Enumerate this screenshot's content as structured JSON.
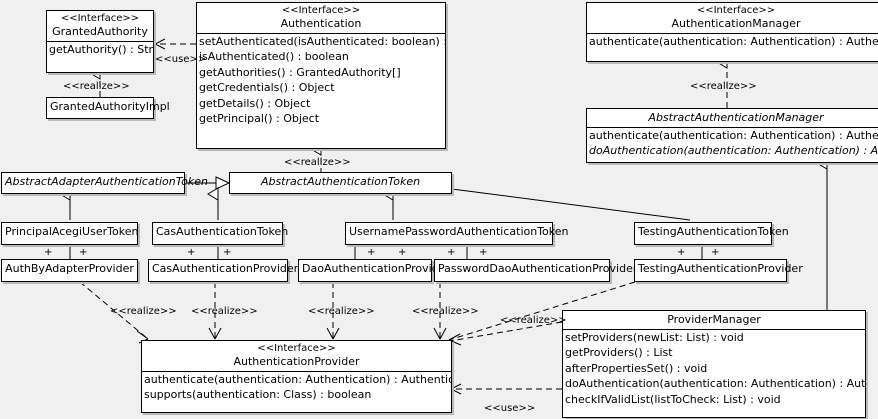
{
  "diagram": {
    "type": "uml-class-diagram",
    "background": "#f0f0f0",
    "box_fill": "#ffffff",
    "line_color": "#000000"
  },
  "classes": {
    "granted_authority": {
      "stereotype": "<<Interface>>",
      "name": "GrantedAuthority",
      "methods": [
        "getAuthority() : String"
      ]
    },
    "granted_authority_impl": {
      "name": "GrantedAuthorityImpl",
      "methods": []
    },
    "authentication": {
      "stereotype": "<<Interface>>",
      "name": "Authentication",
      "methods": [
        "setAuthenticated(isAuthenticated: boolean) : void",
        "isAuthenticated() : boolean",
        "getAuthorities() : GrantedAuthority[]",
        "getCredentials() : Object",
        "getDetails() : Object",
        "getPrincipal() : Object"
      ]
    },
    "authentication_manager": {
      "stereotype": "<<Interface>>",
      "name": "AuthenticationManager",
      "methods": [
        "authenticate(authentication: Authentication) : Authentication"
      ]
    },
    "abstract_authentication_manager": {
      "name": "AbstractAuthenticationManager",
      "abstract": true,
      "methods": [
        "authenticate(authentication: Authentication) : Authentication",
        "doAuthentication(authentication: Authentication) : Authentication"
      ],
      "abstract_methods": [
        1
      ]
    },
    "abstract_adapter_authentication_token": {
      "name": "AbstractAdapterAuthenticationToken",
      "abstract": true,
      "methods": []
    },
    "abstract_authentication_token": {
      "name": "AbstractAuthenticationToken",
      "abstract": true,
      "methods": []
    },
    "principal_acegi_user_token": {
      "name": "PrincipalAcegiUserToken",
      "methods": []
    },
    "cas_authentication_token": {
      "name": "CasAuthenticationToken",
      "methods": []
    },
    "username_password_authentication_token": {
      "name": "UsernamePasswordAuthenticationToken",
      "methods": []
    },
    "testing_authentication_token": {
      "name": "TestingAuthenticationToken",
      "methods": []
    },
    "auth_by_adapter_provider": {
      "name": "AuthByAdapterProvider",
      "methods": []
    },
    "cas_authentication_provider": {
      "name": "CasAuthenticationProvider",
      "methods": []
    },
    "dao_authentication_provider": {
      "name": "DaoAuthenticationProvider",
      "methods": []
    },
    "password_dao_authentication_provider": {
      "name": "PasswordDaoAuthenticationProvider",
      "methods": []
    },
    "testing_authentication_provider": {
      "name": "TestingAuthenticationProvider",
      "methods": []
    },
    "authentication_provider": {
      "stereotype": "<<Interface>>",
      "name": "AuthenticationProvider",
      "methods": [
        "authenticate(authentication: Authentication) : Authentication",
        "supports(authentication: Class) : boolean"
      ]
    },
    "provider_manager": {
      "name": "ProviderManager",
      "methods": [
        "setProviders(newList: List) : void",
        "getProviders() : List",
        "afterPropertiesSet() : void",
        "doAuthentication(authentication: Authentication) : Authentication",
        "checkIfValidList(listToCheck: List) : void"
      ]
    }
  },
  "relationship_labels": {
    "use_authentication_granted": "<<use>>",
    "realize_granted_authority_impl": "<<realize>>",
    "realize_abstract_authentication_token": "<<realize>>",
    "realize_abstract_authentication_manager": "<<realize>>",
    "realize_auth_by_adapter": "<<realize>>",
    "realize_cas_provider": "<<realize>>",
    "realize_dao_provider": "<<realize>>",
    "realize_password_dao_provider": "<<realize>>",
    "realize_provider_manager": "<<realize>>",
    "use_provider_manager": "<<use>>"
  },
  "association_markers": {
    "visibility_public": "+"
  }
}
